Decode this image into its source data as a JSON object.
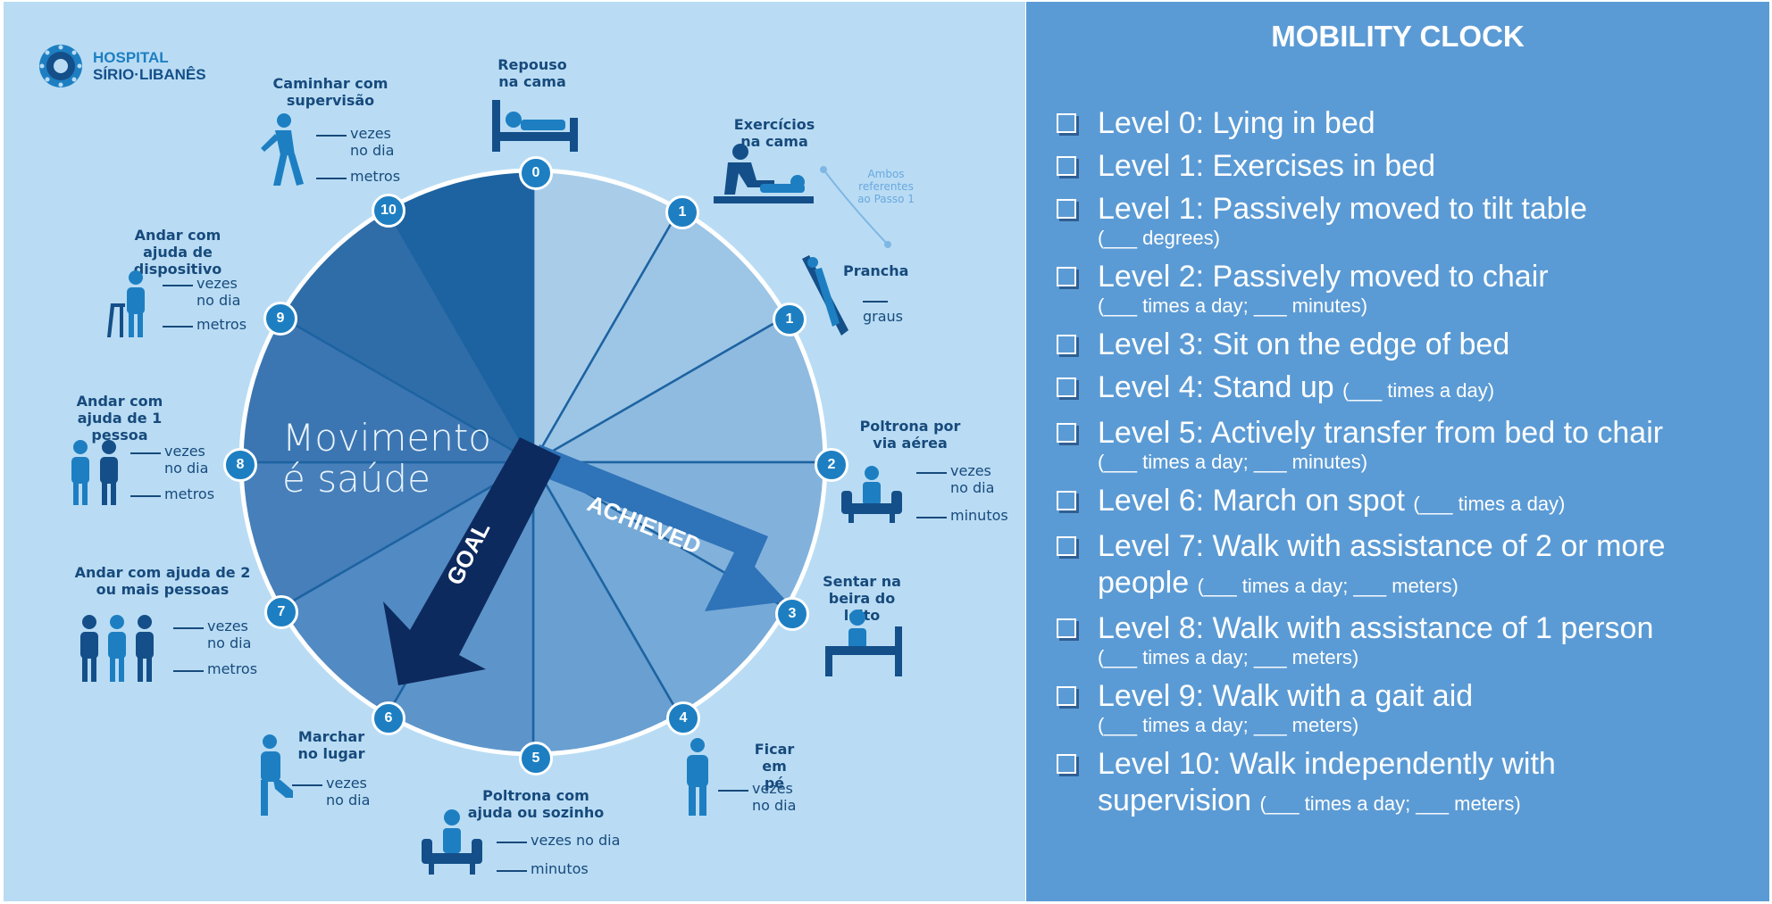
{
  "logo": {
    "line1": "HOSPITAL",
    "line2": "SÍRIO·LIBANÊS"
  },
  "clock": {
    "motto_line1": "Movimento",
    "motto_line2": "é saúde",
    "goal_label": "GOAL",
    "achieved_label": "ACHIEVED",
    "note": "Ambos referentes ao Passo 1",
    "nodes": [
      "0",
      "1",
      "1",
      "2",
      "3",
      "4",
      "5",
      "6",
      "7",
      "8",
      "9",
      "10"
    ],
    "stations": {
      "s0": {
        "title": "Repouso na cama"
      },
      "s1a": {
        "title": "Exercícios na cama"
      },
      "s1b": {
        "title": "Prancha",
        "unit": "graus"
      },
      "s2": {
        "title": "Poltrona por via aérea",
        "u1": "vezes no dia",
        "u2": "minutos"
      },
      "s3": {
        "title": "Sentar na beira do leito"
      },
      "s4": {
        "title": "Ficar em pé",
        "u1": "vezes no dia"
      },
      "s5": {
        "title": "Poltrona com ajuda ou sozinho",
        "u1": "vezes no dia",
        "u2": "minutos"
      },
      "s6": {
        "title": "Marchar no lugar",
        "u1": "vezes no dia"
      },
      "s7": {
        "title": "Andar com ajuda de 2 ou mais pessoas",
        "u1": "vezes no dia",
        "u2": "metros"
      },
      "s8": {
        "title": "Andar com ajuda de 1 pessoa",
        "u1": "vezes no dia",
        "u2": "metros"
      },
      "s9": {
        "title": "Andar com ajuda de dispositivo",
        "u1": "vezes no dia",
        "u2": "metros"
      },
      "s10": {
        "title": "Caminhar com supervisão",
        "u1": "vezes no dia",
        "u2": "metros"
      }
    }
  },
  "panel": {
    "title": "MOBILITY CLOCK",
    "levels": [
      {
        "main": "Level 0: Lying in bed"
      },
      {
        "main": "Level 1: Exercises in bed"
      },
      {
        "main": "Level 1: Passively moved to tilt table",
        "second": "(___ degrees)"
      },
      {
        "main": "Level 2: Passively moved to chair",
        "second": "(___ times a day; ___ minutes)"
      },
      {
        "main": "Level 3: Sit on the edge of bed"
      },
      {
        "main": "Level 4: Stand up",
        "inline": "(___ times a day)"
      },
      {
        "main": "Level 5: Actively transfer from bed to chair",
        "second": "(___ times a day; ___ minutes)"
      },
      {
        "main": "Level 6: March on spot",
        "inline": "(___ times a day)"
      },
      {
        "main": "Level 7: Walk with assistance of 2 or more",
        "main2": "people",
        "inline": "(___ times a day; ___ meters)"
      },
      {
        "main": "Level 8: Walk with assistance of 1 person",
        "second": "(___ times a day; ___ meters)"
      },
      {
        "main": "Level 9: Walk with a gait aid",
        "second": "(___ times a day; ___ meters)"
      },
      {
        "main": "Level 10: Walk independently with",
        "main2": "supervision",
        "inline": "(___ times a day; ___ meters)"
      }
    ]
  }
}
